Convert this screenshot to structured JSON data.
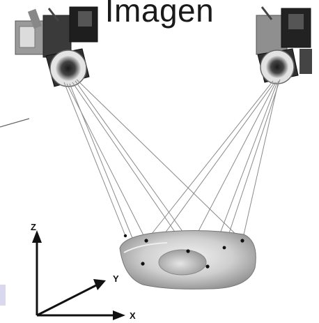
{
  "title": "Imagen",
  "axes": {
    "z": "Z",
    "y": "Y",
    "x": "X"
  },
  "cameras": [
    {
      "name": "camera-left-icon"
    },
    {
      "name": "camera-right-icon"
    }
  ],
  "colors": {
    "camera_body": "#2b2b2b",
    "camera_lens": "#d9d9d9",
    "rays": "#8a8a8a",
    "surface": "#bdbdbd",
    "markers": "#111111"
  }
}
